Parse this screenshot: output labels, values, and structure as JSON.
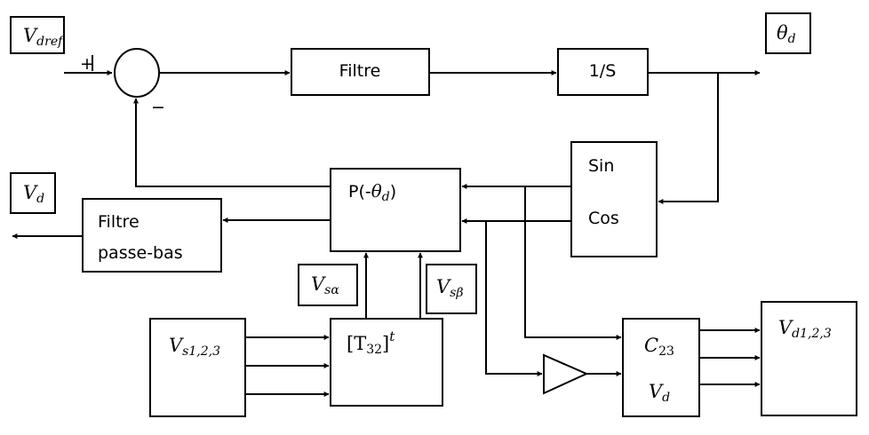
{
  "signals": {
    "vdref": {
      "main": "V",
      "sub": "dref"
    },
    "theta_d": {
      "main": "θ",
      "sub": "d"
    },
    "vd_out": {
      "main": "V",
      "sub": "d"
    },
    "vs_alpha": {
      "main": "V",
      "sub": "sα"
    },
    "vs_beta": {
      "main": "V",
      "sub": "sβ"
    }
  },
  "summing": {
    "plus": "+",
    "minus": "−"
  },
  "blocks": {
    "filtre": "Filtre",
    "integrator": "1/S",
    "sincos": {
      "sin": "Sin",
      "cos": "Cos"
    },
    "park": {
      "prefix": "P(-",
      "theta": "θ",
      "sub": "d",
      "suffix": ")"
    },
    "lowpass": {
      "line1": "Filtre",
      "line2": "passe-bas"
    },
    "vs_source": {
      "main": "V",
      "sub": "s1,2,3"
    },
    "transform": {
      "main": "[T",
      "sub": "32",
      "close": "]",
      "sup": "t"
    },
    "c23": {
      "main": "C",
      "sub": "23",
      "vd": "V",
      "vd_sub": "d"
    },
    "vd_outputs": {
      "main": "V",
      "sub": "d1,2,3"
    }
  }
}
